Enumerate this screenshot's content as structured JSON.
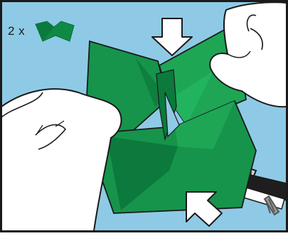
{
  "instruction": {
    "quantity_label": "2 x",
    "piece_icon": "folded-tape-piece-icon"
  },
  "colors": {
    "background": "#8ecae6",
    "frame": "#1a1a1a",
    "tape_dark": "#0b7a3c",
    "tape_mid": "#16944b",
    "tape_light": "#22b35e",
    "glove": "#ffffff",
    "conduit": "#c9c9c9",
    "wire_black": "#1e1e1e",
    "wire_white": "#ffffff"
  },
  "arrows": [
    {
      "name": "press-down-arrow-icon",
      "direction": "down"
    },
    {
      "name": "press-up-left-arrow-icon",
      "direction": "up-left"
    }
  ]
}
